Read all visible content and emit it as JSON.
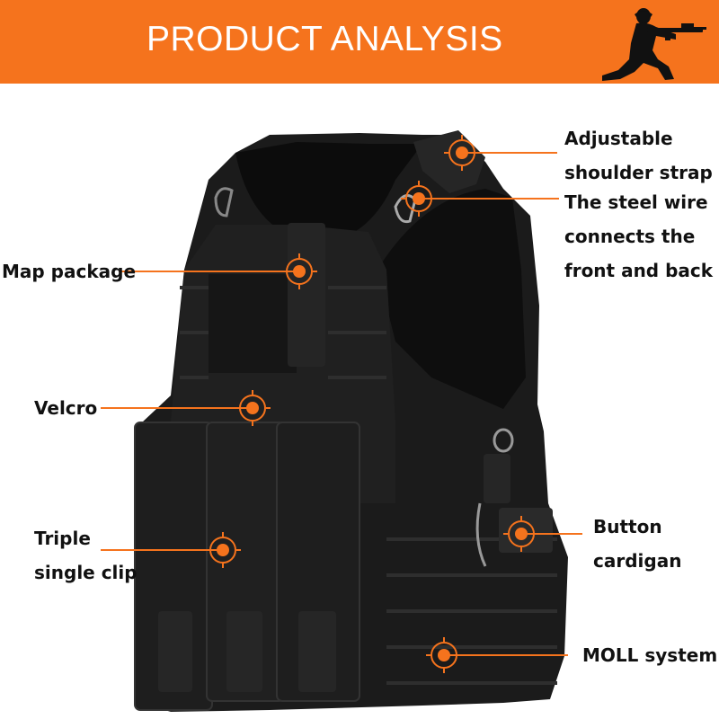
{
  "banner": {
    "title": "PRODUCT ANALYSIS",
    "color": "#f5731d",
    "icon": "kneeling-soldier-silhouette"
  },
  "accent_color": "#f5731d",
  "callouts": {
    "shoulder_strap": [
      "Adjustable",
      "shoulder strap"
    ],
    "steel_wire": [
      "The steel wire",
      "connects the",
      "front and back"
    ],
    "map_package": [
      "Map package"
    ],
    "velcro": [
      "Velcro"
    ],
    "triple_clip": [
      "Triple",
      "single clip"
    ],
    "button_cardigan": [
      "Button",
      "cardigan"
    ],
    "moll_system": [
      "MOLL system"
    ]
  }
}
